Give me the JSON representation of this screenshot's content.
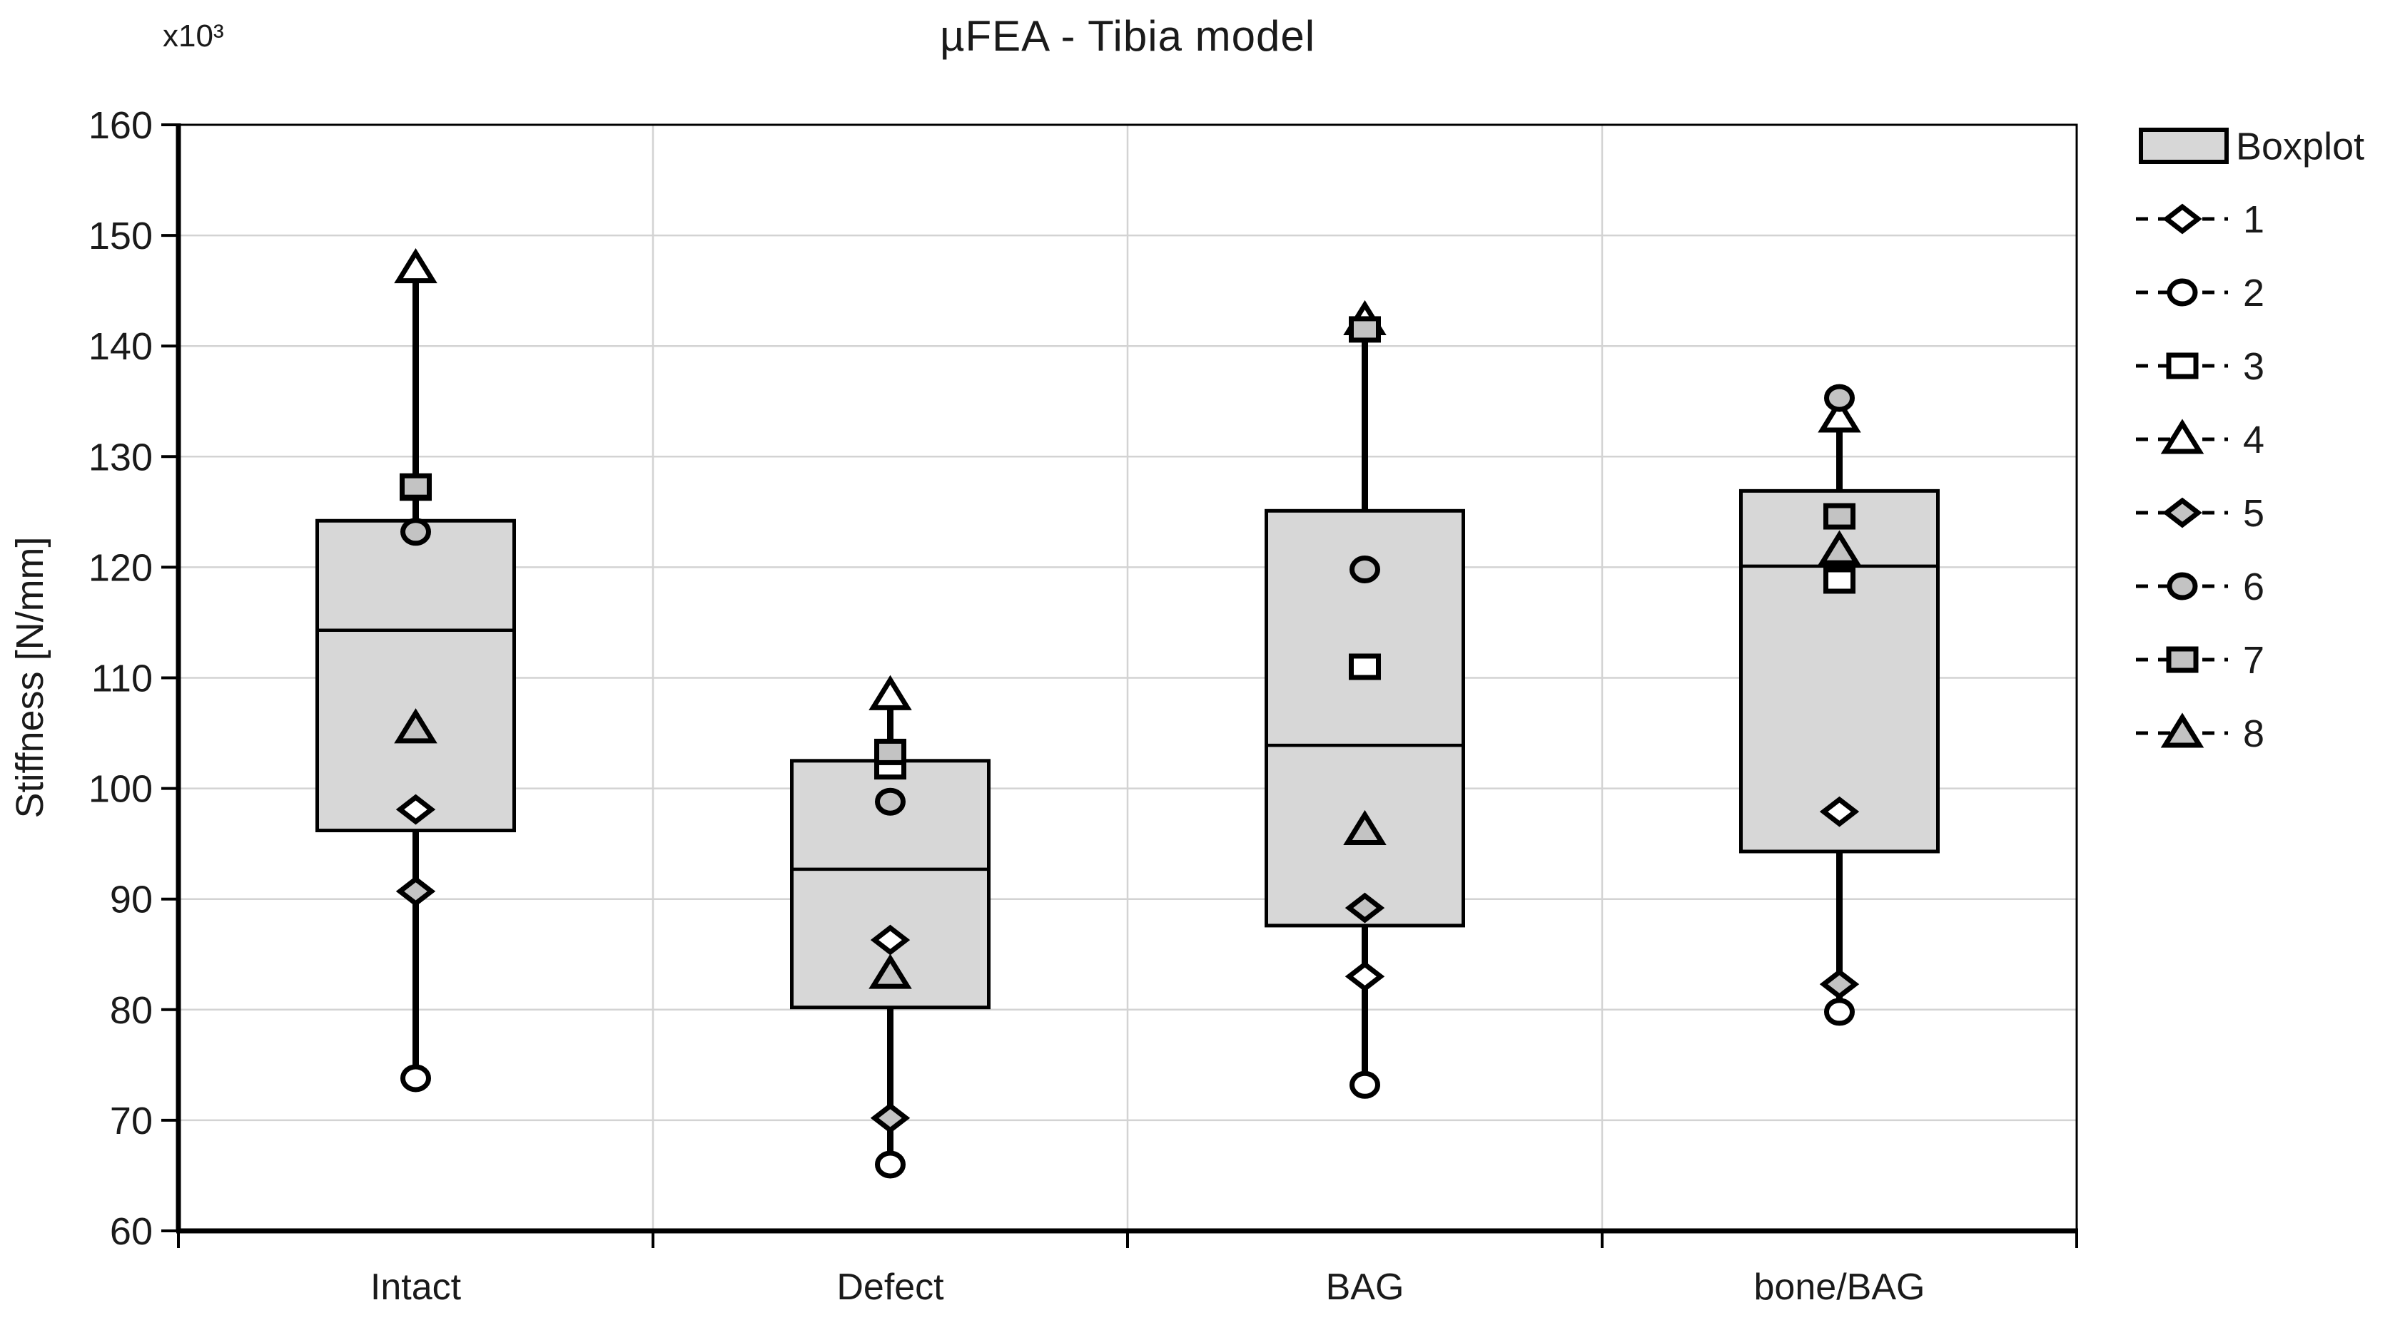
{
  "chart_data": {
    "type": "box",
    "title": "µFEA - Tibia model",
    "xlabel": "",
    "ylabel": "Stiffness [N/mm]",
    "y_unit_multiplier": "x10³",
    "ylim": [
      60,
      160
    ],
    "ytick_step": 10,
    "grid": "horizontal light gray, faint vertical category separators",
    "legend_position": "right",
    "boxplot_legend_label": "Boxplot",
    "categories": [
      "Intact",
      "Defect",
      "BAG",
      "bone/BAG"
    ],
    "boxes": [
      {
        "category": "Intact",
        "whisker_low": 73.8,
        "q1": 96.2,
        "median": 114.3,
        "q3": 124.2,
        "whisker_high": 147.0
      },
      {
        "category": "Defect",
        "whisker_low": 66.0,
        "q1": 80.2,
        "median": 92.7,
        "q3": 102.5,
        "whisker_high": 108.4
      },
      {
        "category": "BAG",
        "whisker_low": 73.2,
        "q1": 87.6,
        "median": 103.9,
        "q3": 125.1,
        "whisker_high": 142.3
      },
      {
        "category": "bone/BAG",
        "whisker_low": 79.8,
        "q1": 94.3,
        "median": 120.1,
        "q3": 126.9,
        "whisker_high": 135.4
      }
    ],
    "series": [
      {
        "name": "1",
        "marker": "diamond",
        "fill": "white",
        "values": [
          98.1,
          86.3,
          83.0,
          97.9
        ]
      },
      {
        "name": "2",
        "marker": "circle",
        "fill": "white",
        "values": [
          73.8,
          66.0,
          73.2,
          79.8
        ]
      },
      {
        "name": "3",
        "marker": "square",
        "fill": "white",
        "values": [
          127.2,
          102.0,
          111.0,
          118.8
        ]
      },
      {
        "name": "4",
        "marker": "triangle",
        "fill": "white",
        "values": [
          147.0,
          108.4,
          142.3,
          133.5
        ]
      },
      {
        "name": "5",
        "marker": "diamond",
        "fill": "gray",
        "values": [
          90.7,
          70.2,
          89.2,
          82.3
        ]
      },
      {
        "name": "6",
        "marker": "circle",
        "fill": "gray",
        "values": [
          123.2,
          98.8,
          119.8,
          135.3
        ]
      },
      {
        "name": "7",
        "marker": "square",
        "fill": "gray",
        "values": [
          127.3,
          103.3,
          141.5,
          124.6
        ]
      },
      {
        "name": "8",
        "marker": "triangle",
        "fill": "gray",
        "values": [
          105.4,
          83.2,
          96.2,
          121.5
        ]
      }
    ],
    "colors": {
      "box_fill": "#d7d7d7",
      "marker_gray": "#c3c3c3",
      "marker_white": "#ffffff",
      "line": "#000000",
      "gridline": "#d3d3d3",
      "text": "#1a1a1a"
    }
  }
}
